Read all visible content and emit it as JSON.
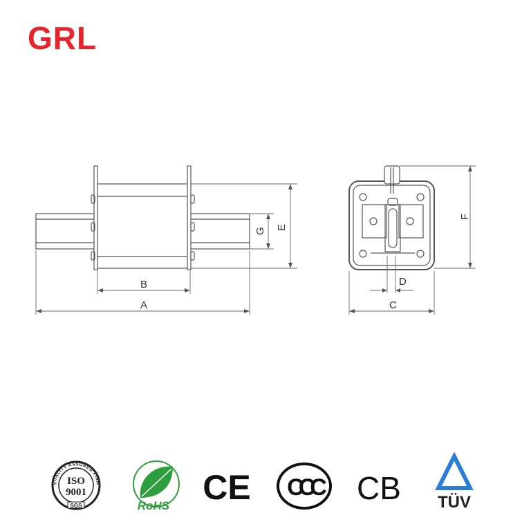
{
  "brand": {
    "name": "GRL",
    "color": "#e3262b"
  },
  "drawing": {
    "labels": {
      "A": "A",
      "B": "B",
      "C": "C",
      "D": "D",
      "E": "E",
      "F": "F",
      "G": "G"
    }
  },
  "certifications": [
    {
      "name": "iso-9001-sgs",
      "text": "ISO 9001",
      "ring_text": "QUALITY ASSURED FIRM",
      "sub": "SGS"
    },
    {
      "name": "rohs",
      "text": "RoHS",
      "color": "#2e9e3e"
    },
    {
      "name": "ce",
      "text": "CE"
    },
    {
      "name": "ccc",
      "text": "CCC"
    },
    {
      "name": "cb",
      "text": "CB"
    },
    {
      "name": "tuv",
      "text": "TÜV",
      "color": "#2a7fd4"
    }
  ]
}
